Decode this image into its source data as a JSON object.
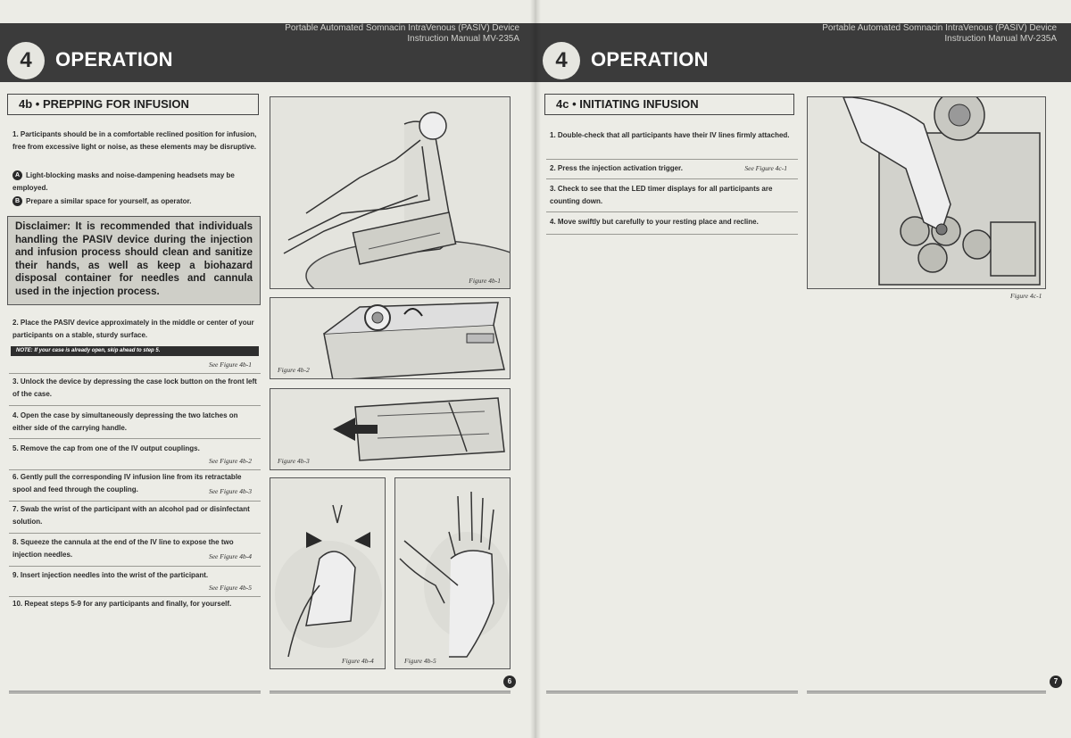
{
  "header": {
    "running_head_line1": "Portable Automated Somnacin IntraVenous (PASIV) Device",
    "running_head_line2": "Instruction Manual MV-235A",
    "chapter_number": "4",
    "chapter_title": "OPERATION"
  },
  "left_page": {
    "section_title": "4b • PREPPING FOR INFUSION",
    "intro_steps": [
      "1. Participants should be in a comfortable reclined position for infusion, free from excessive light or noise, as these elements may be disruptive."
    ],
    "sub_items": [
      {
        "badge": "A",
        "text": "Light-blocking masks and noise-dampening headsets may be employed."
      },
      {
        "badge": "B",
        "text": "Prepare a similar space for yourself, as operator."
      }
    ],
    "disclaimer": "Disclaimer: It is recommended that individuals handling the PASIV device during the injection and infusion process should clean and sanitize their hands, as well as keep a biohazard disposal container for needles and cannula used in the injection process.",
    "note": "NOTE: If your case is already open, skip ahead to step 5.",
    "steps": [
      {
        "text": "2. Place the PASIV device approximately in the middle or center of your participants on a stable, sturdy surface.",
        "ref": "See Figure 4b-1"
      },
      {
        "text": "3. Unlock the device by depressing the case lock button on the front left of the case.",
        "ref": ""
      },
      {
        "text": "4. Open the case by simultaneously depressing the two latches on either side of the carrying handle.",
        "ref": ""
      },
      {
        "text": "5. Remove the cap from one of the IV output couplings.",
        "ref": "See Figure 4b-2"
      },
      {
        "text": "6. Gently pull the corresponding IV infusion line from its retractable spool and feed through the coupling.",
        "ref": "See Figure 4b-3"
      },
      {
        "text": "7. Swab the wrist of the participant with an alcohol pad or disinfectant solution.",
        "ref": ""
      },
      {
        "text": "8. Squeeze the cannula at the end of the IV line to expose the two injection needles.",
        "ref": "See Figure 4b-4"
      },
      {
        "text": "9. Insert injection needles into the wrist of the participant.",
        "ref": "See Figure 4b-5"
      },
      {
        "text": "10. Repeat steps 5-9 for any participants and finally, for yourself.",
        "ref": ""
      }
    ],
    "figures": {
      "fig1": "Figure 4b-1",
      "fig2": "Figure 4b-2",
      "fig3": "Figure 4b-3",
      "fig4": "Figure 4b-4",
      "fig5": "Figure 4b-5"
    },
    "page_number": "6"
  },
  "right_page": {
    "section_title": "4c • INITIATING INFUSION",
    "steps": [
      {
        "text": "1. Double-check that all participants have their IV lines firmly attached.",
        "ref": ""
      },
      {
        "text": "2. Press the injection activation trigger.",
        "ref": "See Figure 4c-1"
      },
      {
        "text": "3. Check to see that the LED timer displays for all participants are counting down.",
        "ref": ""
      },
      {
        "text": "4. Move swiftly but carefully to your resting place and recline.",
        "ref": ""
      }
    ],
    "figures": {
      "fig1": "Figure 4c-1"
    },
    "page_number": "7"
  },
  "colors": {
    "banner": "#3b3b3b",
    "paper": "#ecece6",
    "disclaimer_bg": "#cfcfc8"
  }
}
